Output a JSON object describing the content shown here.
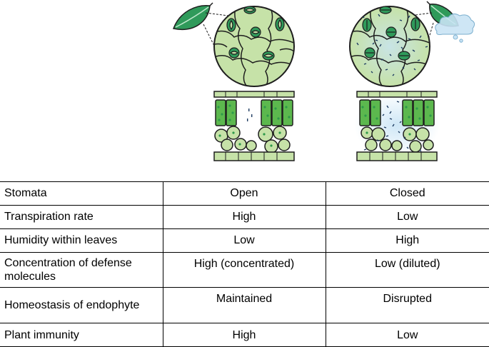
{
  "illustration": {
    "colors": {
      "leaf_dark": "#2f9a5a",
      "leaf_light": "#7cd09a",
      "cell_fill": "#c6e2a8",
      "palisade": "#5cb84e",
      "chloroplast": "#2e9a4a",
      "outline": "#1e1e1e",
      "mist": "#c9e4f5",
      "pathogen": "#1c3a60"
    },
    "panels": [
      {
        "condition": "open",
        "icons": [
          "leaf-icon",
          "stomata-magnified-view",
          "leaf-cross-section"
        ]
      },
      {
        "condition": "closed",
        "icons": [
          "leaf-icon",
          "water-droplet-icon",
          "stomata-magnified-view",
          "leaf-cross-section"
        ]
      }
    ]
  },
  "table": {
    "rows": [
      {
        "label": "Stomata",
        "open": "Open",
        "closed": "Closed"
      },
      {
        "label": "Transpiration rate",
        "open": "High",
        "closed": "Low"
      },
      {
        "label": "Humidity within leaves",
        "open": "Low",
        "closed": "High"
      },
      {
        "label": "Concentration of defense molecules",
        "open": "High (concentrated)",
        "closed": "Low (diluted)"
      },
      {
        "label": "Homeostasis of endophyte",
        "open": "Maintained",
        "closed": "Disrupted"
      },
      {
        "label": "Plant immunity",
        "open": "High",
        "closed": "Low"
      }
    ]
  }
}
